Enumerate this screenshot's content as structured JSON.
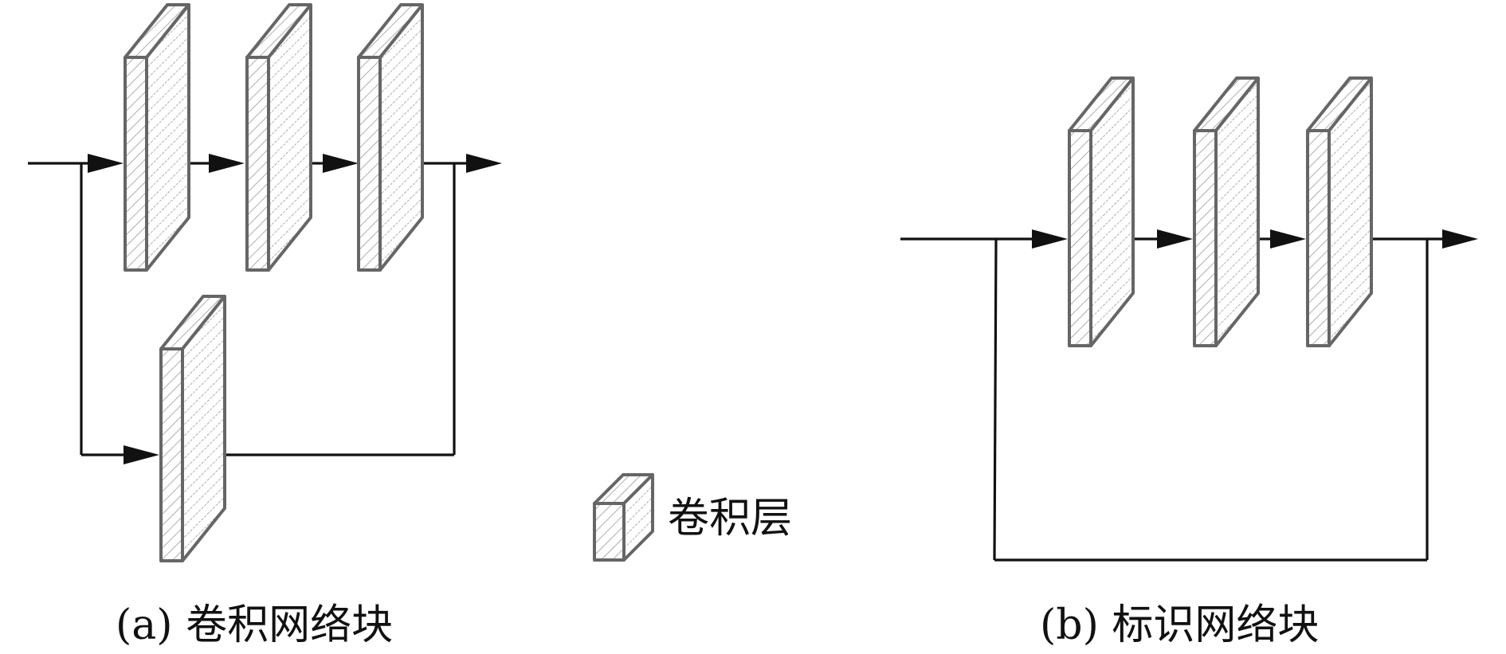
{
  "legend": {
    "label": "卷积层"
  },
  "captions": {
    "a": "(a) 卷积网络块",
    "b": "(b) 标识网络块"
  },
  "colors": {
    "line": "#111111",
    "layer_edge": "#666666",
    "hatch": "#9a9a9a",
    "background": "#ffffff"
  }
}
